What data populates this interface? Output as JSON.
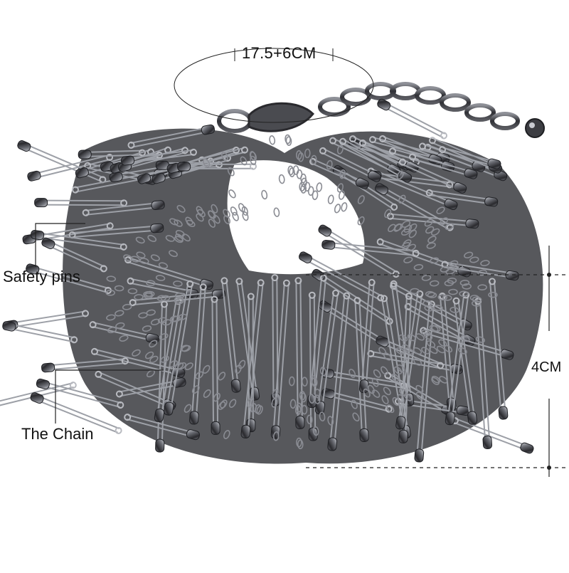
{
  "product_image": {
    "annotations": {
      "length": "17.5+6CM",
      "pins": "Safety pins",
      "chain": "The Chain",
      "width": "4CM"
    },
    "colors": {
      "background": "#ffffff",
      "metal_dark": "#2a2a2e",
      "metal_mid": "#55565c",
      "metal_light": "#a9abb2",
      "annotation_line": "#222222"
    }
  }
}
